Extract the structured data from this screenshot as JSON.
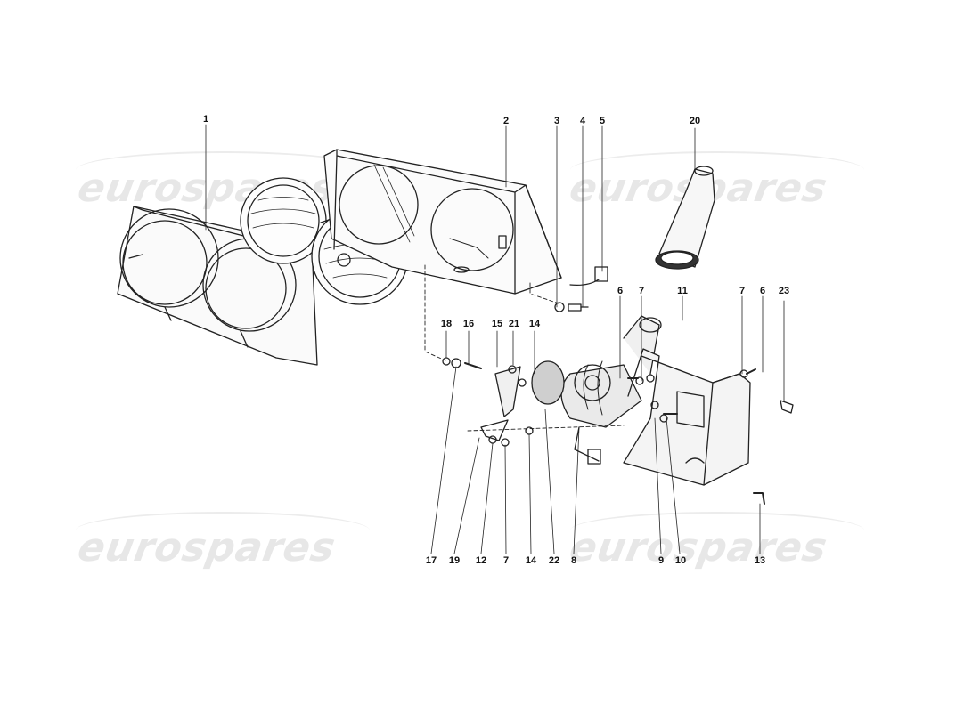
{
  "watermark": {
    "text": "eurospares"
  },
  "callouts": {
    "c1": "1",
    "c2": "2",
    "c3": "3",
    "c4": "4",
    "c5": "5",
    "c20": "20",
    "c6a": "6",
    "c7a": "7",
    "c11": "11",
    "c7b": "7",
    "c6b": "6",
    "c23": "23",
    "c18": "18",
    "c16": "16",
    "c15": "15",
    "c21": "21",
    "c14a": "14",
    "c17": "17",
    "c19": "19",
    "c12": "12",
    "c7c": "7",
    "c14b": "14",
    "c22": "22",
    "c8": "8",
    "c9": "9",
    "c10": "10",
    "c13": "13"
  }
}
